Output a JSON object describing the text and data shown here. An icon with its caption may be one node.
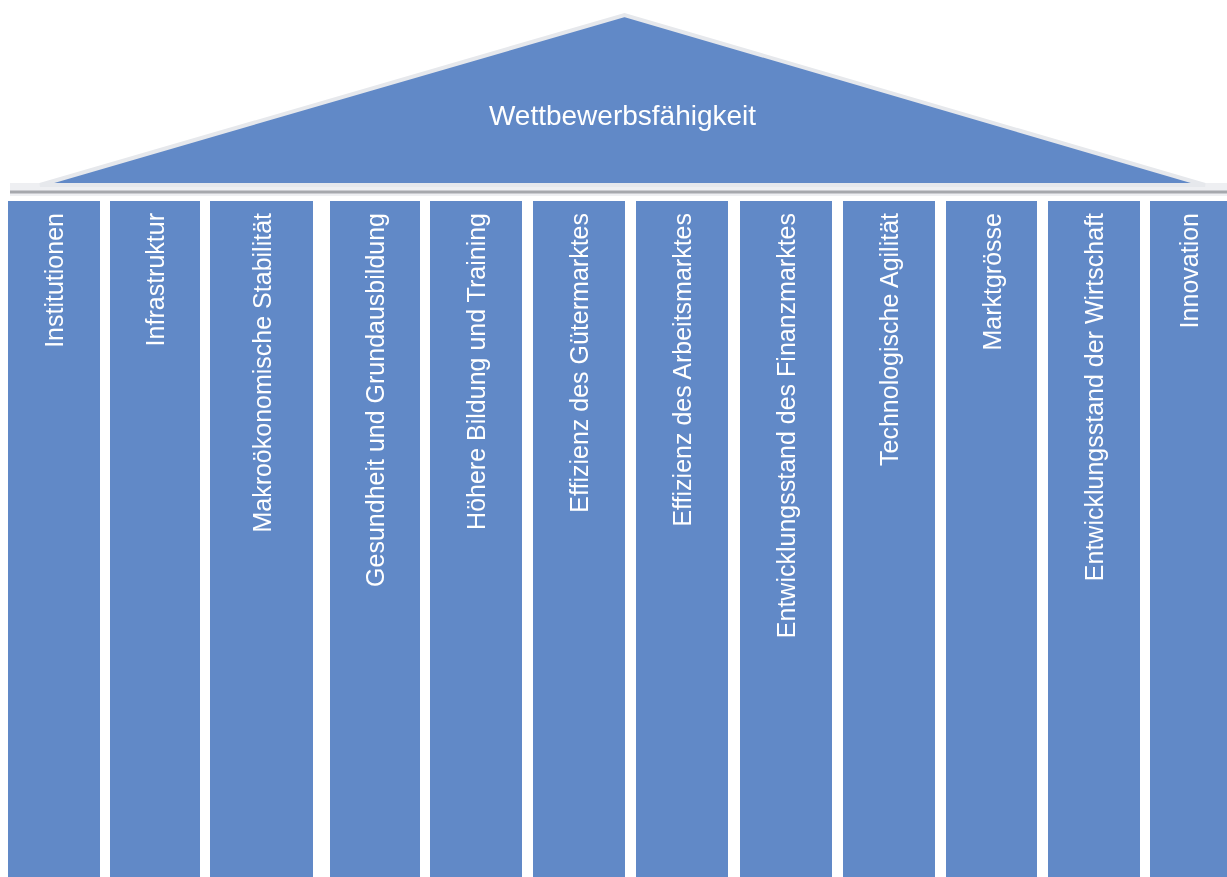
{
  "diagram": {
    "nodes": [
      {
        "text": [
          "Wettbewerbsfähigkeit"
        ]
      },
      {
        "text": [
          "Institutionen"
        ]
      },
      {
        "text": [
          "Infrastruktur"
        ]
      },
      {
        "text": [
          "Makroökonomische Stabilität"
        ]
      },
      {
        "text": [
          "Gesundheit und Grundausbildung"
        ]
      },
      {
        "text": [
          "Höhere Bildung und Training"
        ]
      },
      {
        "text": [
          "Effizienz des Gütermarktes"
        ]
      },
      {
        "text": [
          "Effizienz des Arbeitsmarktes"
        ]
      },
      {
        "text": [
          "Entwicklungsstand des Finanzmarktes"
        ]
      },
      {
        "text": [
          "Technologische Agilität"
        ]
      },
      {
        "text": [
          "Marktgrösse"
        ]
      },
      {
        "text": [
          "Entwicklungsstand der Wirtschaft"
        ]
      },
      {
        "text": [
          "Innovation"
        ]
      }
    ]
  }
}
